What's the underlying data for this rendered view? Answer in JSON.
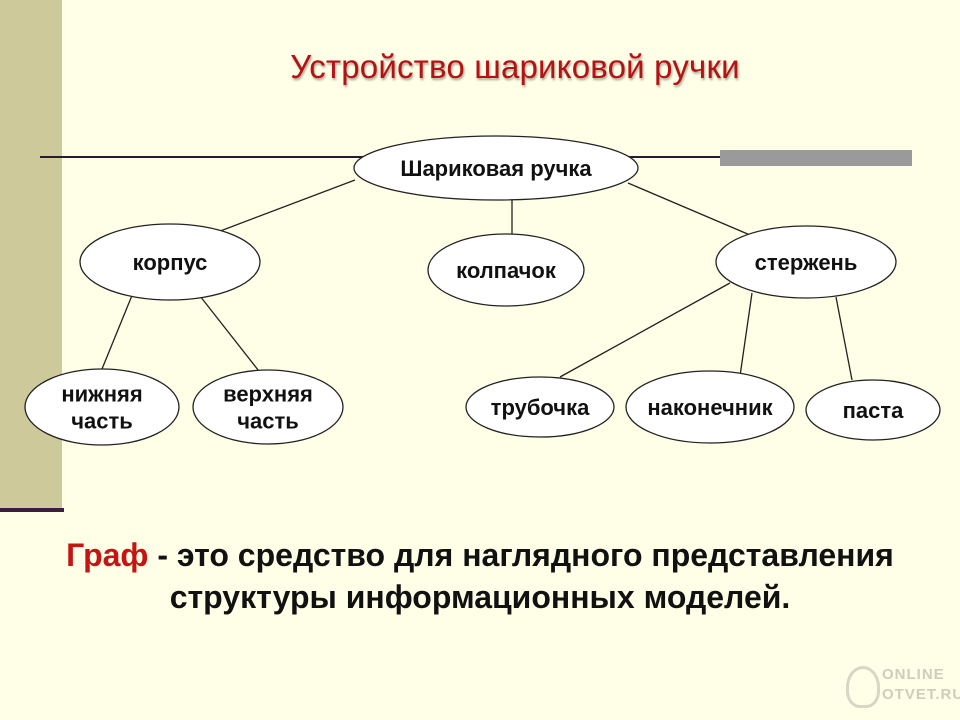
{
  "title": "Устройство шариковой ручки",
  "graph": {
    "nodes": [
      {
        "id": "root",
        "label": "Шариковая ручка"
      },
      {
        "id": "korpus",
        "label": "корпус"
      },
      {
        "id": "kolpachok",
        "label": "колпачок"
      },
      {
        "id": "sterzhen",
        "label": "стержень"
      },
      {
        "id": "nizhnyaya",
        "label": [
          "нижняя",
          "часть"
        ]
      },
      {
        "id": "verkhnyaya",
        "label": [
          "верхняя",
          "часть"
        ]
      },
      {
        "id": "trubochka",
        "label": "трубочка"
      },
      {
        "id": "nakonechnik",
        "label": "наконечник"
      },
      {
        "id": "pasta",
        "label": "паста"
      }
    ],
    "edges": [
      [
        "root",
        "korpus"
      ],
      [
        "root",
        "kolpachok"
      ],
      [
        "root",
        "sterzhen"
      ],
      [
        "korpus",
        "nizhnyaya"
      ],
      [
        "korpus",
        "verkhnyaya"
      ],
      [
        "sterzhen",
        "trubochka"
      ],
      [
        "sterzhen",
        "nakonechnik"
      ],
      [
        "sterzhen",
        "pasta"
      ]
    ]
  },
  "definition": {
    "term": "Граф",
    "text": " - это средство для наглядного представления структуры информационных моделей."
  },
  "watermark": {
    "line1": "ONLINE",
    "line2": "OTVET.RU"
  }
}
